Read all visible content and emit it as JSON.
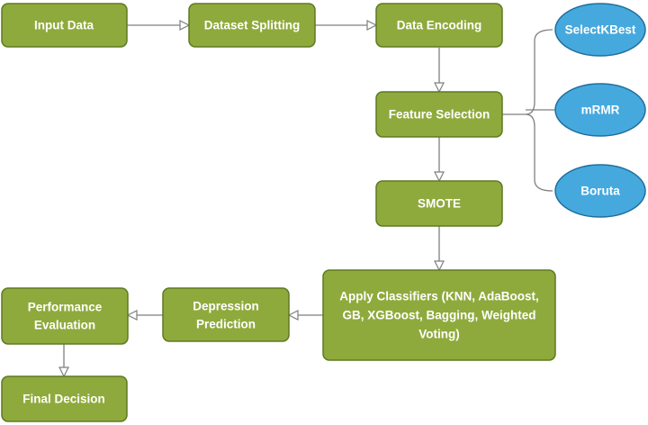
{
  "colors": {
    "process_fill": "#8faa3c",
    "process_stroke": "#5e7a22",
    "method_fill": "#46a9de",
    "method_stroke": "#1f6f9e",
    "connector": "#7f7f7f",
    "text": "#ffffff"
  },
  "nodes": {
    "input_data": "Input Data",
    "dataset_splitting": "Dataset Splitting",
    "data_encoding": "Data Encoding",
    "feature_selection": "Feature Selection",
    "smote": "SMOTE",
    "apply_classifiers": [
      "Apply Classifiers (KNN, AdaBoost,",
      "GB, XGBoost, Bagging, Weighted",
      "Voting)"
    ],
    "depression_prediction": [
      "Depression",
      "Prediction"
    ],
    "performance_evaluation": [
      "Performance",
      "Evaluation"
    ],
    "final_decision": "Final Decision"
  },
  "feature_selection_methods": [
    "SelectKBest",
    "mRMR",
    "Boruta"
  ]
}
